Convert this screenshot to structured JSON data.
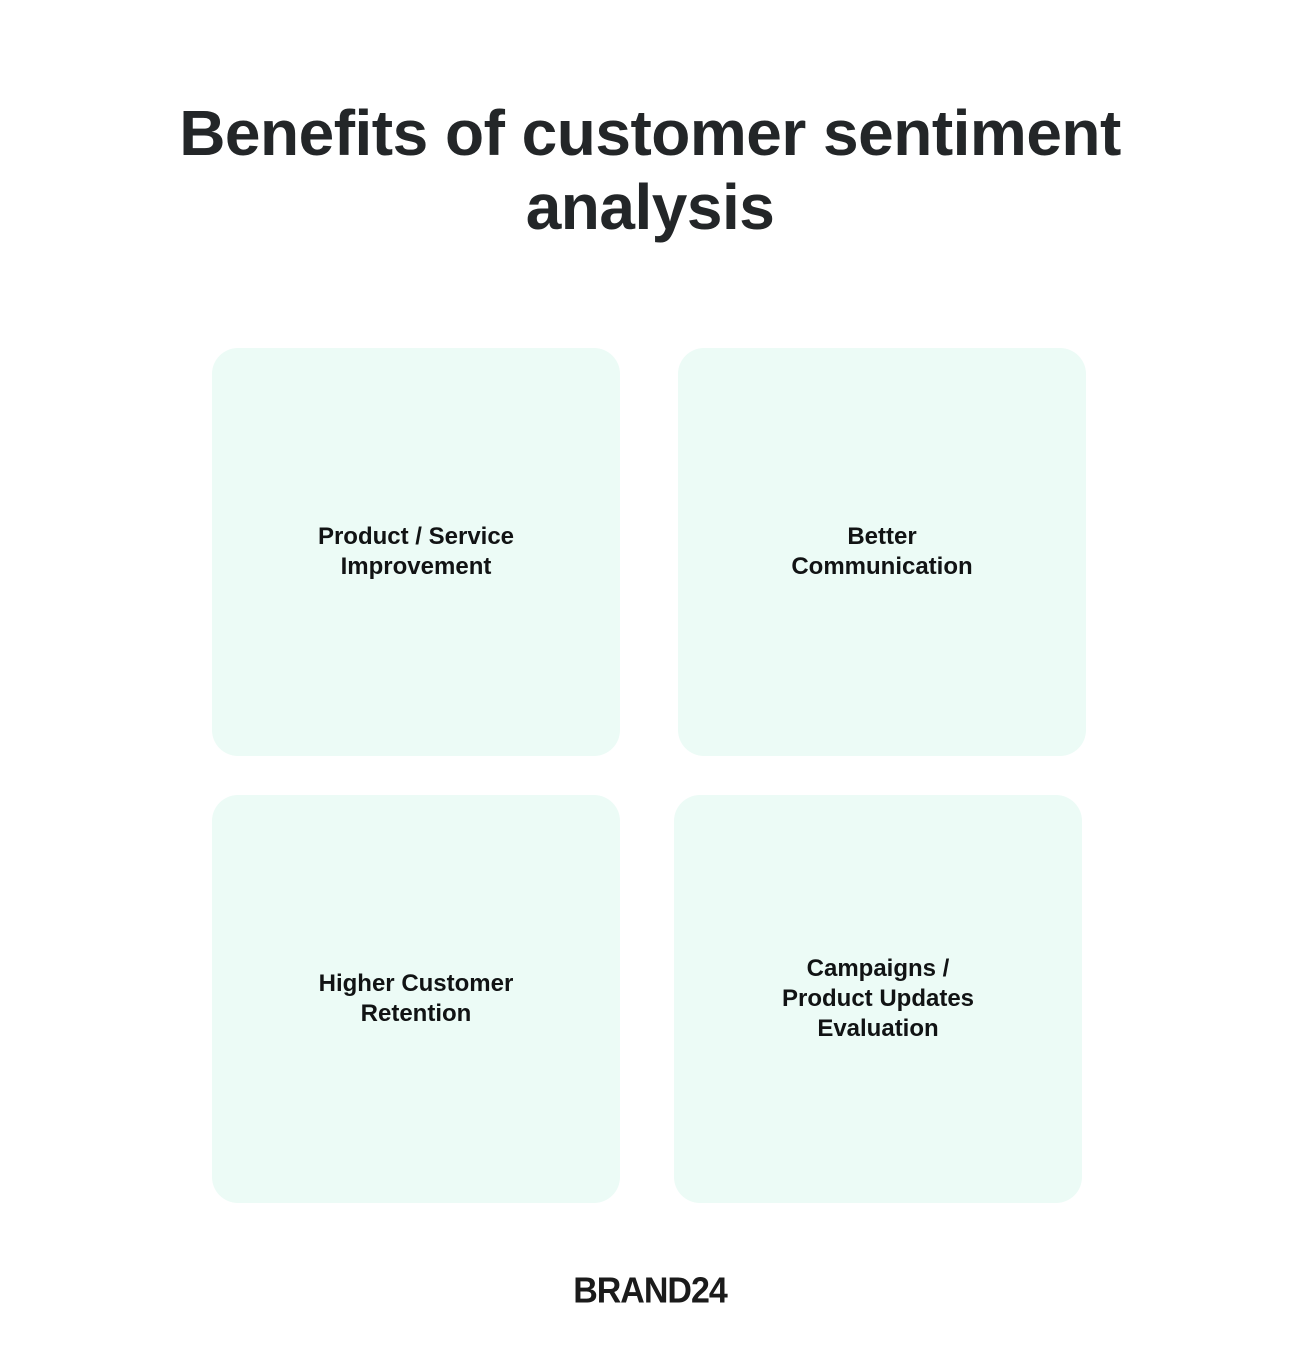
{
  "header": {
    "title": "Benefits of customer sentiment\nanalysis"
  },
  "cards": [
    {
      "label": "Product / Service\nImprovement"
    },
    {
      "label": "Better\nCommunication"
    },
    {
      "label": "Higher Customer\nRetention"
    },
    {
      "label": "Campaigns /\nProduct Updates\nEvaluation"
    }
  ],
  "footer": {
    "logo": "BRAND24"
  },
  "colors": {
    "title": "#232628",
    "card_background": "#ecfbf6",
    "card_text": "#111314",
    "background": "#ffffff"
  }
}
